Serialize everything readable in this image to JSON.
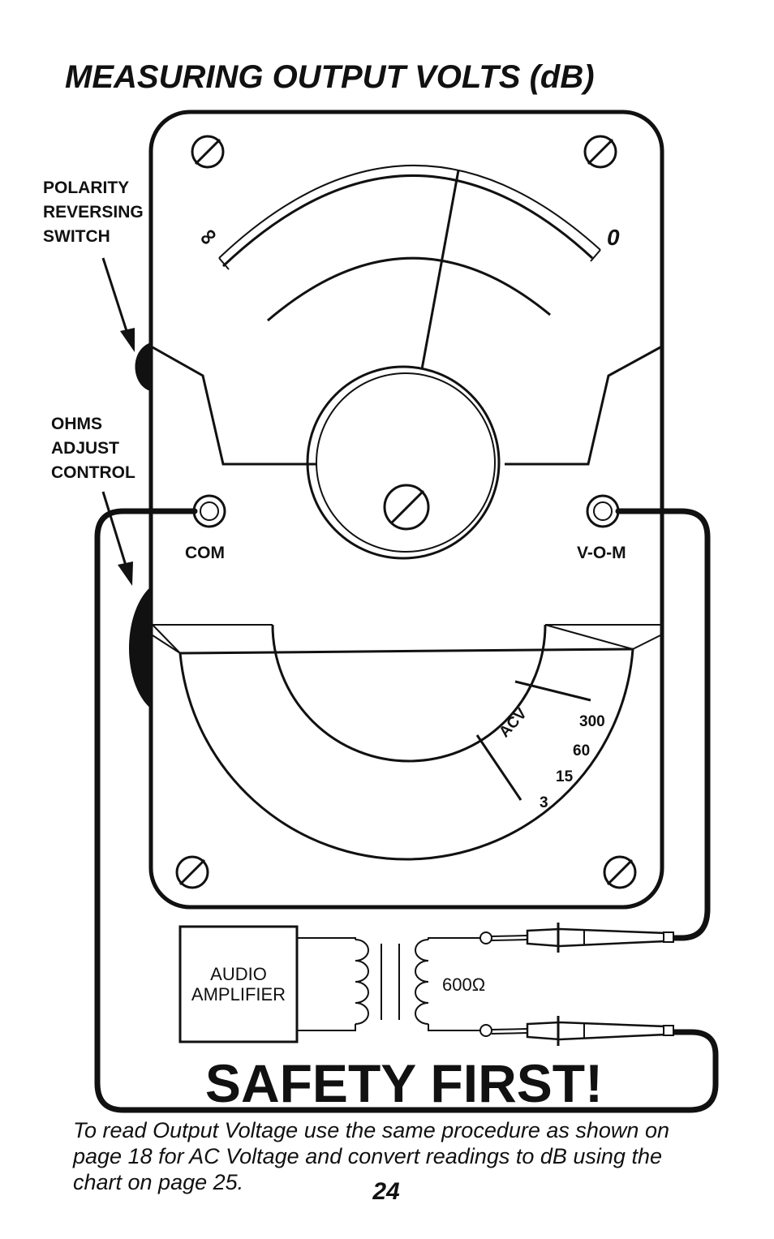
{
  "title": "MEASURING OUTPUT VOLTS (dB)",
  "callouts": {
    "polarity": [
      "POLARITY",
      "REVERSING",
      "SWITCH"
    ],
    "ohms": [
      "OHMS",
      "ADJUST",
      "CONTROL"
    ]
  },
  "meter": {
    "scale_left": "∞",
    "scale_right": "0",
    "jack_left": "COM",
    "jack_right": "V-O-M",
    "range_label": "ACV",
    "ranges": [
      "300",
      "60",
      "15",
      "3"
    ]
  },
  "amplifier": {
    "line1": "AUDIO",
    "line2": "AMPLIFIER",
    "load": "600Ω"
  },
  "banner": "SAFETY FIRST!",
  "caption": [
    "To read Output Voltage use the same procedure as shown on",
    "page 18 for AC Voltage and convert readings to dB using the",
    "chart on page 25."
  ],
  "page_number": "24"
}
